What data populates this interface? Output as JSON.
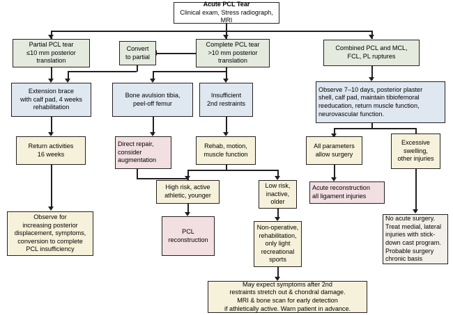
{
  "diagram": {
    "title": "Acute PCL Tear treatment algorithm",
    "colors": {
      "green": "#e4eade",
      "blue": "#dfe7f0",
      "cream": "#f6f1da",
      "pink": "#f2dfe2",
      "grey": "#f1efe8",
      "stroke": "#231f20"
    }
  },
  "nodes": {
    "root": {
      "title": "Acute PCL Tear",
      "subtitle": "Clinical exam, Stress radiograph, MRI"
    },
    "partial_tear": "Partial PCL tear\n≤10 mm posterior\ntranslation",
    "convert_to_partial": "Convert\nto partial",
    "complete_tear": "Complete PCL tear\n>10 mm posterior\ntranslation",
    "combined": "Combined PCL and MCL,\nFCL, PL ruptures",
    "extension_brace": "Extension brace\nwith calf pad, 4 weeks\nrehabilitation",
    "bone_avulsion": "Bone avulsion tibia,\npeel-off femur",
    "insufficient_restraints": "Insufficient\n2nd restraints",
    "observe_days": "Observe 7–10 days, posterior plaster\nshell, calf pad, maintain tibiofemoral\nreeducation, return muscle function,\nneurovascular function.",
    "return_activities": "Return activities\n16 weeks",
    "direct_repair": "Direct repair,\nconsider\naugmentation",
    "rehab_motion": "Rehab, motion,\nmuscle function",
    "all_parameters": "All parameters\nallow surgery",
    "excessive_swelling": "Excessive\nswelling,\nother injuries",
    "high_risk": "High risk, active\nathletic, younger",
    "low_risk": "Low risk,\ninactive,\nolder",
    "acute_reconstruction": "Acute reconstruction\nall ligament injuries",
    "observe_increasing": "Observe for\nincreasing posterior\ndisplacement, symptoms,\nconversion to complete\nPCL insufficiency",
    "pcl_reconstruction": "PCL\nreconstruction",
    "non_operative": "Non-operative,\nrehabilitation,\nonly light\nrecreational\nsports",
    "no_acute_surgery": "No acute surgery.\nTreat medial, lateral\ninjuries with stick-\ndown cast program.\nProbable surgery\nchronic basis",
    "may_expect": "May expect symptoms after 2nd\nrestraints stretch out & chondral damage.\nMRI & bone scan for early detection\nif athletically active. Warn patient in advance."
  }
}
